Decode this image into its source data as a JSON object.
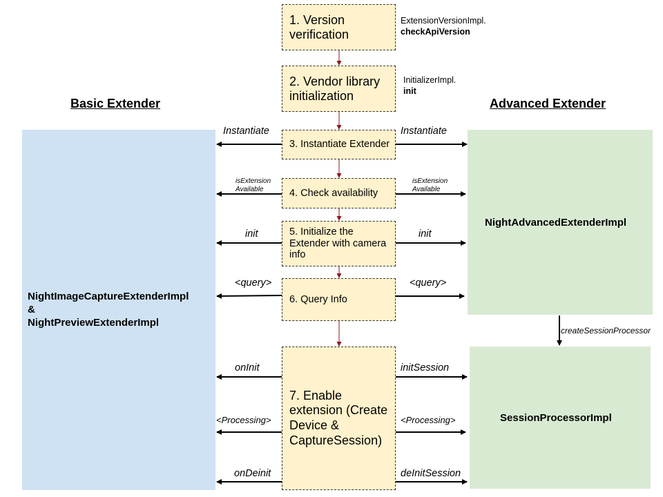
{
  "headings": {
    "basic": "Basic Extender",
    "advanced": "Advanced Extender"
  },
  "panels": {
    "basic_line1": "NightImageCaptureExtenderImpl",
    "basic_line2": "&",
    "basic_line3": "NightPreviewExtenderImpl",
    "advanced": "NightAdvancedExtenderImpl",
    "session": "SessionProcessorImpl"
  },
  "steps": [
    {
      "label": "1. Version verification"
    },
    {
      "label": "2. Vendor library initialization"
    },
    {
      "label": "3. Instantiate Extender"
    },
    {
      "label": "4. Check availability"
    },
    {
      "label": "5. Initialize the Extender with camera info"
    },
    {
      "label": "6. Query Info"
    },
    {
      "label": "7. Enable extension (Create Device & CaptureSession)"
    }
  ],
  "api_notes": {
    "version_class": "ExtensionVersionImpl.",
    "version_method": "checkApiVersion",
    "init_class": "InitializerImpl.",
    "init_method": "init"
  },
  "arrow_labels": {
    "instantiate_left": "Instantiate",
    "instantiate_right": "Instantiate",
    "available_left_1": "isExtension",
    "available_left_2": "Available",
    "available_right_1": "isExtension",
    "available_right_2": "Available",
    "init_left": "init",
    "init_right": "init",
    "query_left": "<query>",
    "query_right": "<query>",
    "create_session": "createSessionProcessor",
    "on_init": "onInit",
    "init_session": "initSession",
    "processing_left": "<Processing>",
    "processing_right": "<Processing>",
    "on_deinit": "onDeinit",
    "deinit_session": "deInitSession"
  },
  "colors": {
    "step_fill": "#fff2cc",
    "basic_panel": "#cfe2f3",
    "advanced_panel": "#d9ead3",
    "flow_arrow": "#8b1a1a"
  }
}
